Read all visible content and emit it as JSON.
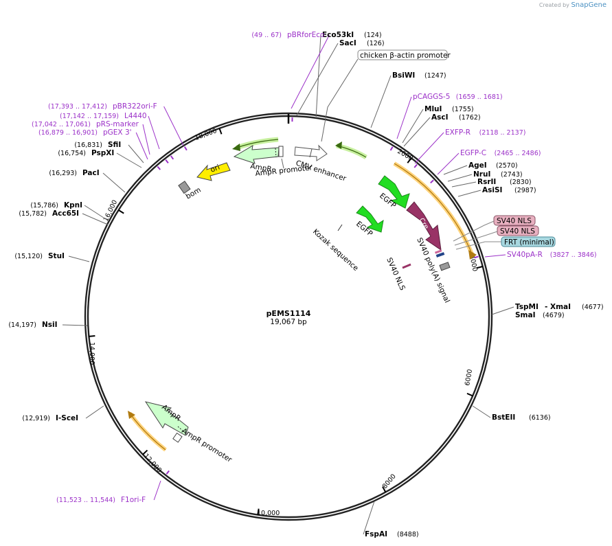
{
  "app": {
    "credit_prefix": "Created by",
    "credit_brand": "SnapGene"
  },
  "plasmid": {
    "name": "pEMS1114",
    "size_label": "19,067 bp",
    "length": 19067
  },
  "colors": {
    "ring": "#222222",
    "primer": "#9b30c8",
    "leader": "#666666",
    "egfp": "#22dd22",
    "cre": "#993366",
    "ampr": "#ccffcc",
    "ori": "#ffee00",
    "bom": "#999999",
    "primer_glow": "#ffcc66",
    "sv40nls_box": "#e8b0c0",
    "frt_box": "#a8d8e0"
  },
  "ticks": [
    {
      "bp": 2000,
      "label": "2000"
    },
    {
      "bp": 4000,
      "label": "4000"
    },
    {
      "bp": 6000,
      "label": "6000"
    },
    {
      "bp": 8000,
      "label": "8000"
    },
    {
      "bp": 10000,
      "label": "10,000"
    },
    {
      "bp": 12000,
      "label": "12,000"
    },
    {
      "bp": 14000,
      "label": "14,000"
    },
    {
      "bp": 16000,
      "label": "16,000"
    },
    {
      "bp": 18000,
      "label": "18,000"
    }
  ],
  "sites": [
    {
      "name": "Eco53kI",
      "pos": "(124)",
      "bp": 124,
      "side": "R",
      "row": 0
    },
    {
      "name": "SacI",
      "pos": "(126)",
      "bp": 126,
      "side": "R",
      "row": 1
    },
    {
      "name": "BsiWI",
      "pos": "(1247)",
      "bp": 1247,
      "side": "R",
      "row": 2
    },
    {
      "name": "MluI",
      "pos": "(1755)",
      "bp": 1755,
      "side": "R",
      "row": 3
    },
    {
      "name": "AscI",
      "pos": "(1762)",
      "bp": 1762,
      "side": "R",
      "row": 4
    },
    {
      "name": "AgeI",
      "pos": "(2570)",
      "bp": 2570,
      "side": "R",
      "row": 5
    },
    {
      "name": "NruI",
      "pos": "(2743)",
      "bp": 2743,
      "side": "R",
      "row": 6
    },
    {
      "name": "RsrII",
      "pos": "(2830)",
      "bp": 2830,
      "side": "R",
      "row": 7
    },
    {
      "name": "AsiSI",
      "pos": "(2987)",
      "bp": 2987,
      "side": "R",
      "row": 8
    },
    {
      "name": "TspMI",
      "pos": "",
      "bp": 4677,
      "side": "R",
      "row": 9
    },
    {
      "name": "- XmaI",
      "pos": "(4677)",
      "bp": 4677,
      "side": "R",
      "row": 10
    },
    {
      "name": "SmaI",
      "pos": "(4679)",
      "bp": 4679,
      "side": "R",
      "row": 11
    },
    {
      "name": "BstEII",
      "pos": "(6136)",
      "bp": 6136,
      "side": "R",
      "row": 12
    },
    {
      "name": "FspAI",
      "pos": "(8488)",
      "bp": 8488,
      "side": "R",
      "row": 13
    },
    {
      "name": "I-SceI",
      "pos": "(12,919)",
      "bp": 12919,
      "side": "L",
      "row": 14
    },
    {
      "name": "NsiI",
      "pos": "(14,197)",
      "bp": 14197,
      "side": "L",
      "row": 15
    },
    {
      "name": "StuI",
      "pos": "(15,120)",
      "bp": 15120,
      "side": "L",
      "row": 16
    },
    {
      "name": "Acc65I",
      "pos": "(15,782)",
      "bp": 15782,
      "side": "L",
      "row": 17
    },
    {
      "name": "KpnI",
      "pos": "(15,786)",
      "bp": 15786,
      "side": "L",
      "row": 18
    },
    {
      "name": "PacI",
      "pos": "(16,293)",
      "bp": 16293,
      "side": "L",
      "row": 19
    },
    {
      "name": "PspXI",
      "pos": "(16,754)",
      "bp": 16754,
      "side": "L",
      "row": 20
    },
    {
      "name": "SfiI",
      "pos": "(16,831)",
      "bp": 16831,
      "side": "L",
      "row": 21
    }
  ],
  "primers": [
    {
      "name": "pBRforEco",
      "pos": "(49 .. 67)",
      "bp": 58,
      "side": "L",
      "row": 0
    },
    {
      "name": "pCAGGS-5",
      "pos": "(1659 .. 1681)",
      "bp": 1670,
      "side": "R",
      "row": 1
    },
    {
      "name": "EXFP-R",
      "pos": "(2118 .. 2137)",
      "bp": 2128,
      "side": "R",
      "row": 2
    },
    {
      "name": "EGFP-C",
      "pos": "(2465 .. 2486)",
      "bp": 2475,
      "side": "R",
      "row": 3
    },
    {
      "name": "SV40pA-R",
      "pos": "(3827 .. 3846)",
      "bp": 3836,
      "side": "R",
      "row": 4
    },
    {
      "name": "F1ori-F",
      "pos": "(11,523 .. 11,544)",
      "bp": 11533,
      "side": "L",
      "row": 5
    },
    {
      "name": "pGEX 3'",
      "pos": "(16,879 .. 16,901)",
      "bp": 16890,
      "side": "L",
      "row": 6
    },
    {
      "name": "pRS-marker",
      "pos": "(17,042 .. 17,061)",
      "bp": 17051,
      "side": "L",
      "row": 7
    },
    {
      "name": "L4440",
      "pos": "(17,142 .. 17,159)",
      "bp": 17150,
      "side": "L",
      "row": 8
    },
    {
      "name": "pBR322ori-F",
      "pos": "(17,393 .. 17,412)",
      "bp": 17402,
      "side": "L",
      "row": 9
    }
  ],
  "features": {
    "chicken_promoter": "chicken β-actin promoter",
    "cmv_enhancer": "CMV enhancer",
    "egfp_outer": "EGFP",
    "egfp_inner": "EGFP",
    "cre": "Cre",
    "sv40_polya": "SV40 poly(A) signal",
    "kozak": "Kozak sequence",
    "sv40_nls_inner": "SV40 NLS",
    "sv40_nls_box_1": "SV40 NLS",
    "sv40_nls_box_2": "SV40 NLS",
    "frt_box": "FRT (minimal)",
    "ampr_top": "AmpR",
    "ampr_promoter_top": "AmpR promoter",
    "ori": "ori",
    "bom": "bom",
    "ampr_bottom": "AmpR",
    "ampr_promoter_bottom": "AmpR promoter"
  }
}
